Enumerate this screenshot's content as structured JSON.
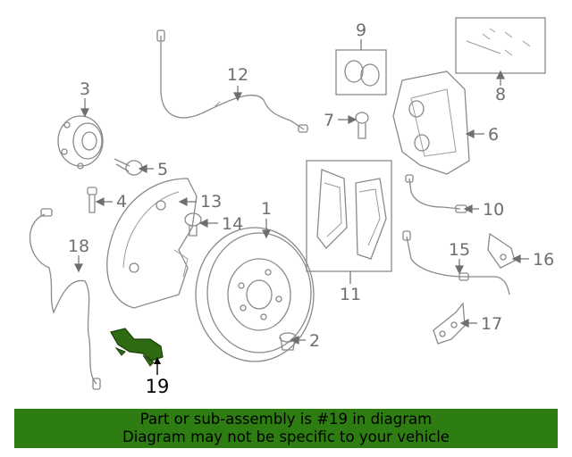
{
  "callouts": {
    "c1": "1",
    "c2": "2",
    "c3": "3",
    "c4": "4",
    "c5": "5",
    "c6": "6",
    "c7": "7",
    "c8": "8",
    "c9": "9",
    "c10": "10",
    "c11": "11",
    "c12": "12",
    "c13": "13",
    "c14": "14",
    "c15": "15",
    "c16": "16",
    "c17": "17",
    "c18": "18",
    "c19": "19"
  },
  "highlight": {
    "part_number": "19",
    "color": "#2e6b12"
  },
  "banner": {
    "line1": "Part or sub-assembly is #19 in diagram",
    "line2": "Diagram may not be specific to your vehicle",
    "background": "#2e7d12"
  }
}
